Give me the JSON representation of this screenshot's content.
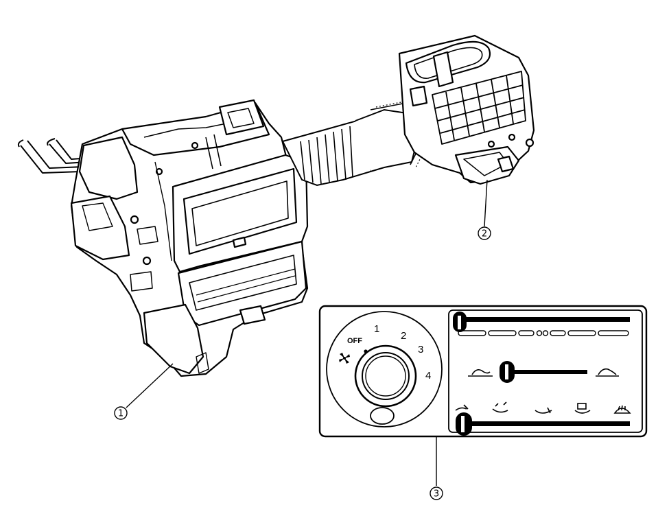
{
  "callouts": [
    {
      "id": "1",
      "text": "①"
    },
    {
      "id": "2",
      "text": "②"
    },
    {
      "id": "3",
      "text": "③"
    }
  ],
  "fan_dial": {
    "off_label": "OFF",
    "speeds": [
      "1",
      "2",
      "3",
      "4"
    ],
    "icon": "fan-icon"
  },
  "panel": {
    "temp_slider_icon": "temperature-slider",
    "recirc_left_icon": "recirculation-icon",
    "fresh_right_icon": "fresh-air-icon",
    "mode_icons": [
      "vent-icon",
      "bi-level-icon",
      "floor-icon",
      "floor-defrost-icon",
      "defrost-icon"
    ]
  },
  "colors": {
    "ink": "#000000",
    "paper": "#ffffff"
  }
}
